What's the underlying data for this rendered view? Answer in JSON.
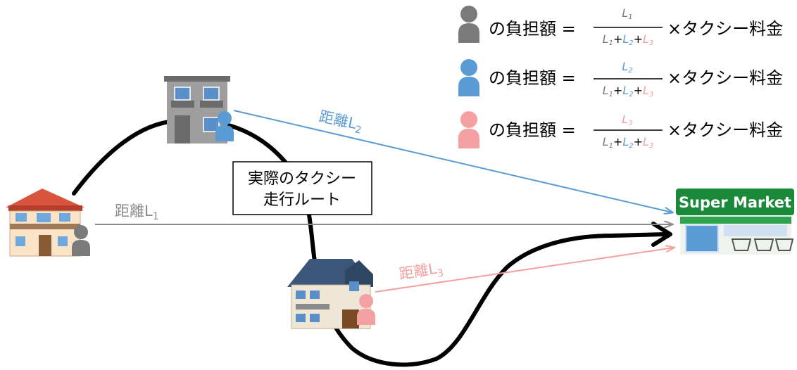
{
  "colors": {
    "person1": "#7a7a7a",
    "person2": "#5b9bd5",
    "person3": "#f4a0a0",
    "route": "#000000",
    "market_green": "#1a8a3a"
  },
  "route_box": {
    "line1": "実際のタクシー",
    "line2": "走行ルート"
  },
  "distances": {
    "d1": {
      "prefix": "距離L",
      "sub": "1"
    },
    "d2": {
      "prefix": "距離L",
      "sub": "2"
    },
    "d3": {
      "prefix": "距離L",
      "sub": "3"
    }
  },
  "store_sign": "Super Market",
  "formula": {
    "lhs": "の負担額 =",
    "rhs": "×タクシー料金",
    "L": "L",
    "plus": "+",
    "sub1": "1",
    "sub2": "2",
    "sub3": "3"
  },
  "icons": {
    "house1": "house-red-roof-icon",
    "house2": "apartment-building-icon",
    "house3": "house-blue-roof-icon",
    "store": "supermarket-icon",
    "person": "person-icon"
  }
}
